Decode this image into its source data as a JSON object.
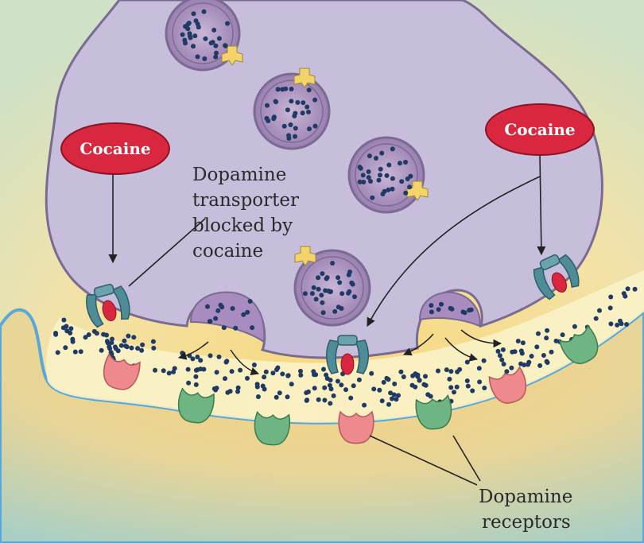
{
  "labels": {
    "cocaine_left": "Cocaine",
    "cocaine_right": "Cocaine",
    "transporter_line1": "Dopamine",
    "transporter_line2": "transporter",
    "transporter_line3": "blocked by",
    "transporter_line4": "cocaine",
    "receptors_line1": "Dopamine",
    "receptors_line2": "receptors"
  },
  "colors": {
    "neuron_fill": "#c6bedb",
    "neuron_outline": "#7a6b92",
    "vesicle_fill": "#ad94c0",
    "dopamine_dot": "#1f3a64",
    "cocaine_red": "#d8273e",
    "transporter_teal": "#4e8d98",
    "receptor_pink": "#ee8a8e",
    "receptor_green": "#6fb583",
    "membrane_blue": "#5aa8d8",
    "cleft_fill": "#f9f2c8"
  }
}
